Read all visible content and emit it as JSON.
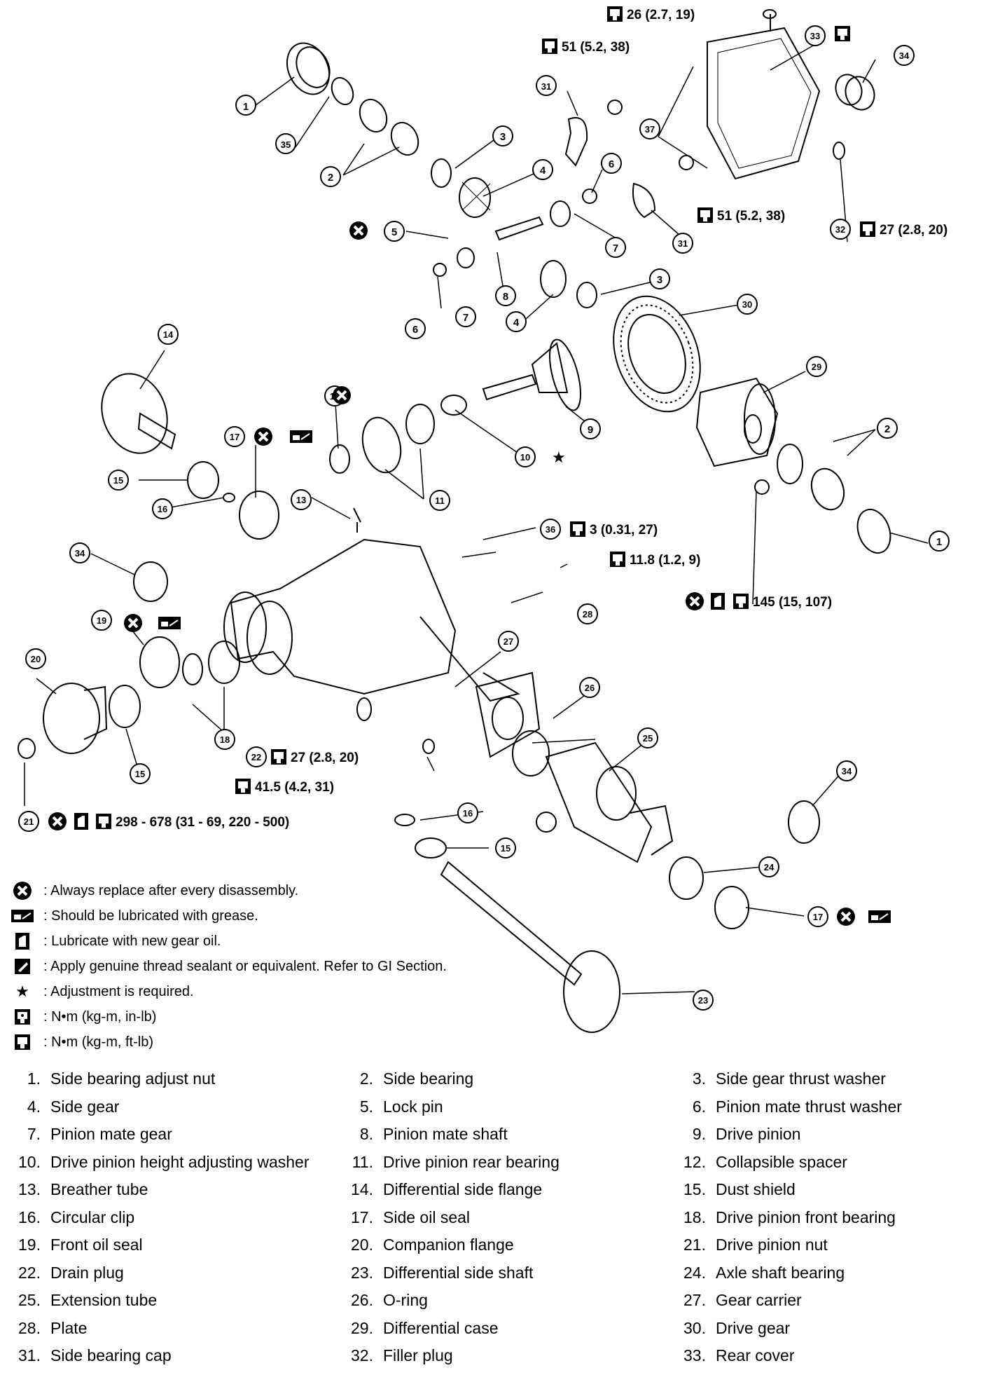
{
  "callouts": {
    "c1a": "1",
    "c35": "35",
    "c2a": "2",
    "c3a": "3",
    "c4a": "4",
    "c5": "5",
    "c6a": "6",
    "c7a": "7",
    "c8": "8",
    "c6b": "6",
    "c7b": "7",
    "c4b": "4",
    "c3b": "3",
    "c31a": "31",
    "c31b": "31",
    "c37": "37",
    "c33": "33",
    "c34a": "34",
    "c32": "32",
    "c30": "30",
    "c29": "29",
    "c2b": "2",
    "c1b": "1",
    "c9": "9",
    "c10": "10",
    "c11": "11",
    "c12": "12",
    "c14": "14",
    "c15a": "15",
    "c16a": "16",
    "c17a": "17",
    "c13": "13",
    "c34b": "34",
    "c36": "36",
    "c28": "28",
    "c19": "19",
    "c20": "20",
    "c18": "18",
    "c15b": "15",
    "c27": "27",
    "c26": "26",
    "c25": "25",
    "c22": "22",
    "c21": "21",
    "c34c": "34",
    "c16b": "16",
    "c15c": "15",
    "c24": "24",
    "c17b": "17",
    "c23": "23"
  },
  "torques": {
    "t26": "26 (2.7, 19)",
    "t51a": "51 (5.2, 38)",
    "t51b": "51 (5.2, 38)",
    "t27a": "27 (2.8, 20)",
    "t3": "3 (0.31, 27)",
    "t11": "11.8 (1.2, 9)",
    "t145": "145 (15, 107)",
    "t27b": "27 (2.8, 20)",
    "t41": "41.5 (4.2, 31)",
    "t298": "298 - 678 (31 - 69, 220 - 500)"
  },
  "legend": [
    {
      "icon": "replace-icon",
      "text": ": Always replace after every disassembly."
    },
    {
      "icon": "grease-icon",
      "text": ":  Should be lubricated with grease."
    },
    {
      "icon": "oil-icon",
      "text": ": Lubricate with new gear  oil."
    },
    {
      "icon": "sealant-icon",
      "text": ":  Apply genuine thread sealant or equivalent. Refer to GI Section."
    },
    {
      "icon": "star-icon",
      "text": ":  Adjustment is required."
    },
    {
      "icon": "torque-inlb-icon",
      "text": ":  N•m  (kg-m,  in-lb)"
    },
    {
      "icon": "torque-ftlb-icon",
      "text": ":  N•m  (kg-m,  ft-lb)"
    }
  ],
  "parts": [
    [
      {
        "n": "1.",
        "name": "Side bearing adjust nut"
      },
      {
        "n": "2.",
        "name": "Side bearing"
      },
      {
        "n": "3.",
        "name": "Side gear thrust washer"
      }
    ],
    [
      {
        "n": "4.",
        "name": "Side gear"
      },
      {
        "n": "5.",
        "name": "Lock pin"
      },
      {
        "n": "6.",
        "name": "Pinion mate thrust washer"
      }
    ],
    [
      {
        "n": "7.",
        "name": "Pinion mate gear"
      },
      {
        "n": "8.",
        "name": "Pinion mate shaft"
      },
      {
        "n": "9.",
        "name": "Drive pinion"
      }
    ],
    [
      {
        "n": "10.",
        "name": "Drive pinion height adjusting washer"
      },
      {
        "n": "11.",
        "name": "Drive pinion rear bearing"
      },
      {
        "n": "12.",
        "name": "Collapsible spacer"
      }
    ],
    [
      {
        "n": "13.",
        "name": "Breather tube"
      },
      {
        "n": "14.",
        "name": "Differential side flange"
      },
      {
        "n": "15.",
        "name": "Dust shield"
      }
    ],
    [
      {
        "n": "16.",
        "name": "Circular clip"
      },
      {
        "n": "17.",
        "name": "Side oil seal"
      },
      {
        "n": "18.",
        "name": "Drive pinion front bearing"
      }
    ],
    [
      {
        "n": "19.",
        "name": "Front oil seal"
      },
      {
        "n": "20.",
        "name": "Companion flange"
      },
      {
        "n": "21.",
        "name": "Drive pinion nut"
      }
    ],
    [
      {
        "n": "22.",
        "name": "Drain plug"
      },
      {
        "n": "23.",
        "name": "Differential side shaft"
      },
      {
        "n": "24.",
        "name": "Axle shaft bearing"
      }
    ],
    [
      {
        "n": "25.",
        "name": "Extension tube"
      },
      {
        "n": "26.",
        "name": "O-ring"
      },
      {
        "n": "27.",
        "name": "Gear carrier"
      }
    ],
    [
      {
        "n": "28.",
        "name": "Plate"
      },
      {
        "n": "29.",
        "name": "Differential case"
      },
      {
        "n": "30.",
        "name": "Drive gear"
      }
    ],
    [
      {
        "n": "31.",
        "name": "Side bearing cap"
      },
      {
        "n": "32.",
        "name": "Filler plug"
      },
      {
        "n": "33.",
        "name": "Rear cover"
      }
    ]
  ]
}
